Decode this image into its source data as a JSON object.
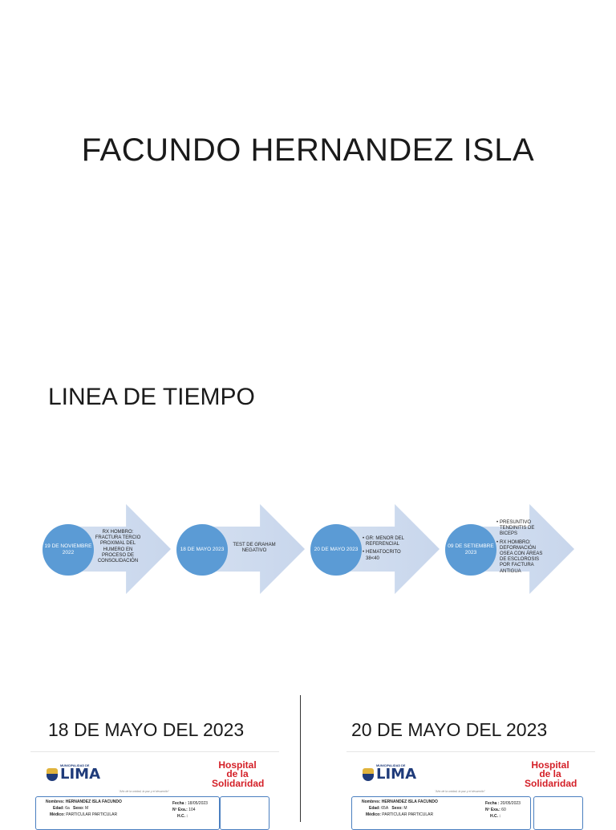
{
  "page": {
    "title": "FACUNDO HERNANDEZ ISLA",
    "subtitle": "LINEA DE TIEMPO"
  },
  "timeline": [
    {
      "date": "19 DE NOVIEMBRE 2022",
      "text": "RX HOMBRO: FRACTURA TERCIO PROXIMAL DEL HUMERO EN PROCESO DE CONSOLIDACIÓN"
    },
    {
      "date": "18 DE MAYO 2023",
      "text": "TEST DE GRAHAM NEGATIVO"
    },
    {
      "date": "20 DE MAYO 2023",
      "bullets": [
        "GR: MENOR DEL REFERENCIAL",
        "HEMATOCRITO 38<40"
      ]
    },
    {
      "date": "09 DE SETIEMBRE 2023",
      "bullets": [
        "PRESUNTIVO TENDINITIS DE BICEPS",
        "RX HOMBRO: DEFORMACIÓN OSEA CON ÁREAS DE ESCLOROSIS POR FACTURA ANTIGUA"
      ]
    }
  ],
  "sections": [
    {
      "heading": "18 DE MAYO DEL 2023",
      "doc": {
        "org_small": "MUNICIPALIDAD DE",
        "org": "LIMA",
        "hospital": [
          "Hospital",
          "de la",
          "Solidaridad"
        ],
        "motto": "\"Año de la unidad, la paz y el desarrollo\"",
        "nombres_label": "Nombres:",
        "nombres": "HERNANDEZ ISLA FACUNDO",
        "edad_label": "Edad:",
        "edad": "6a",
        "sexo_label": "Sexo:",
        "sexo": "M",
        "medico_label": "Médico:",
        "medico": "PARTICULAR PARTICULAR",
        "fecha_label": "Fecha :",
        "fecha": "18/05/2023",
        "nexa_label": "Nº Exa.:",
        "nexa": "104",
        "hc_label": "H.C. :"
      }
    },
    {
      "heading": "20 DE MAYO DEL 2023",
      "doc": {
        "org_small": "MUNICIPALIDAD DE",
        "org": "LIMA",
        "hospital": [
          "Hospital",
          "de la",
          "Solidaridad"
        ],
        "motto": "\"Año de la unidad, la paz y el desarrollo\"",
        "nombres_label": "Nombres:",
        "nombres": "HERNANDEZ ISLA FACUNDO",
        "edad_label": "Edad:",
        "edad": "65A",
        "sexo_label": "Sexo:",
        "sexo": "M",
        "medico_label": "Médico:",
        "medico": "PARTICULAR PARTICULAR",
        "fecha_label": "Fecha :",
        "fecha": "20/05/2023",
        "nexa_label": "Nº Exa.:",
        "nexa": "60",
        "hc_label": "H.C. :"
      }
    }
  ],
  "colors": {
    "circle": "#5b9bd5",
    "arrow": "#c8d6ec",
    "hospital_red": "#d42028",
    "lima_blue": "#1f3b7a"
  }
}
